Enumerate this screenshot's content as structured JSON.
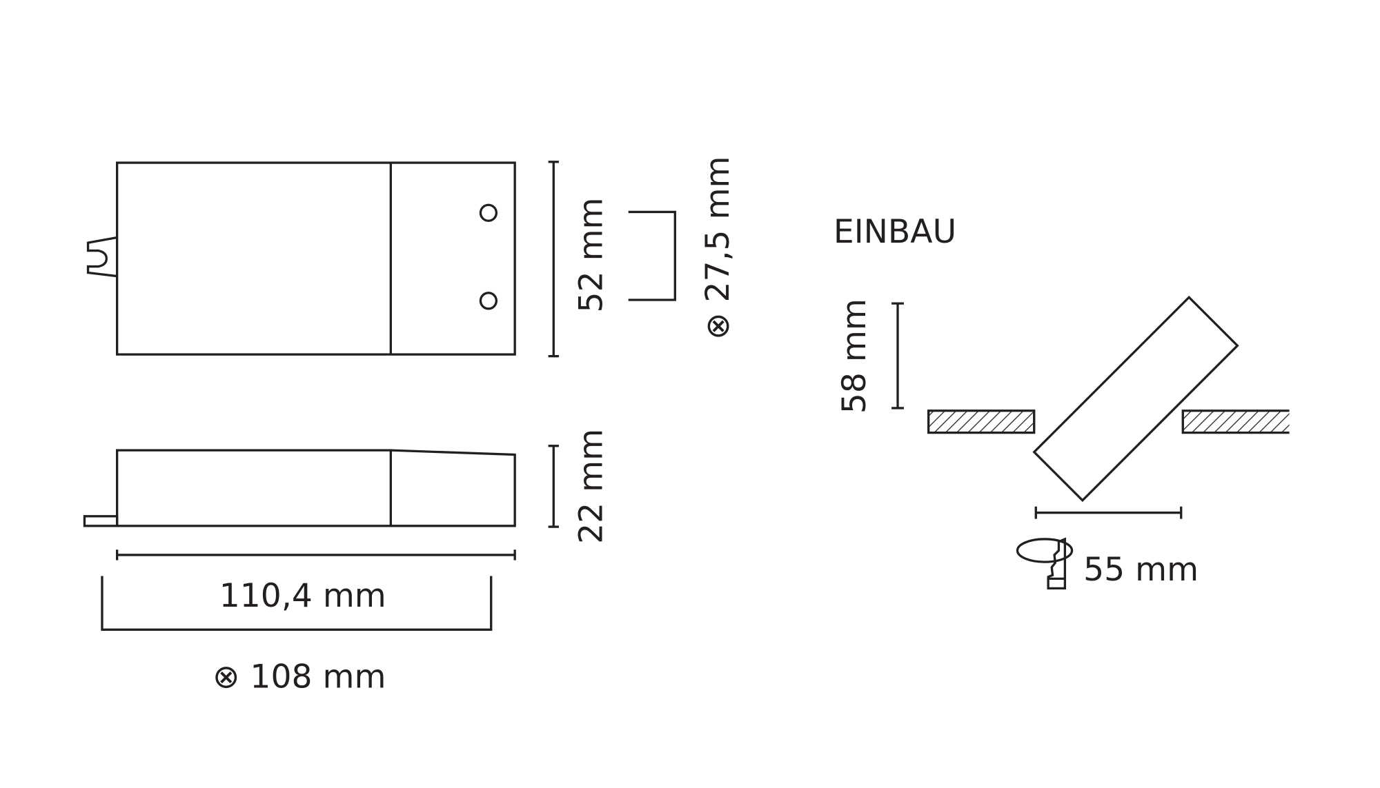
{
  "labels": {
    "height_top": "52 mm",
    "hole_spacing": "⊗ 27,5 mm",
    "height_side": "22 mm",
    "length": "110,4 mm",
    "mount_spacing": "⊗ 108 mm",
    "section_title": "EINBAU",
    "install_depth": "58 mm",
    "cutout": "55 mm"
  },
  "colors": {
    "line": "#231f20",
    "background": "#ffffff"
  }
}
